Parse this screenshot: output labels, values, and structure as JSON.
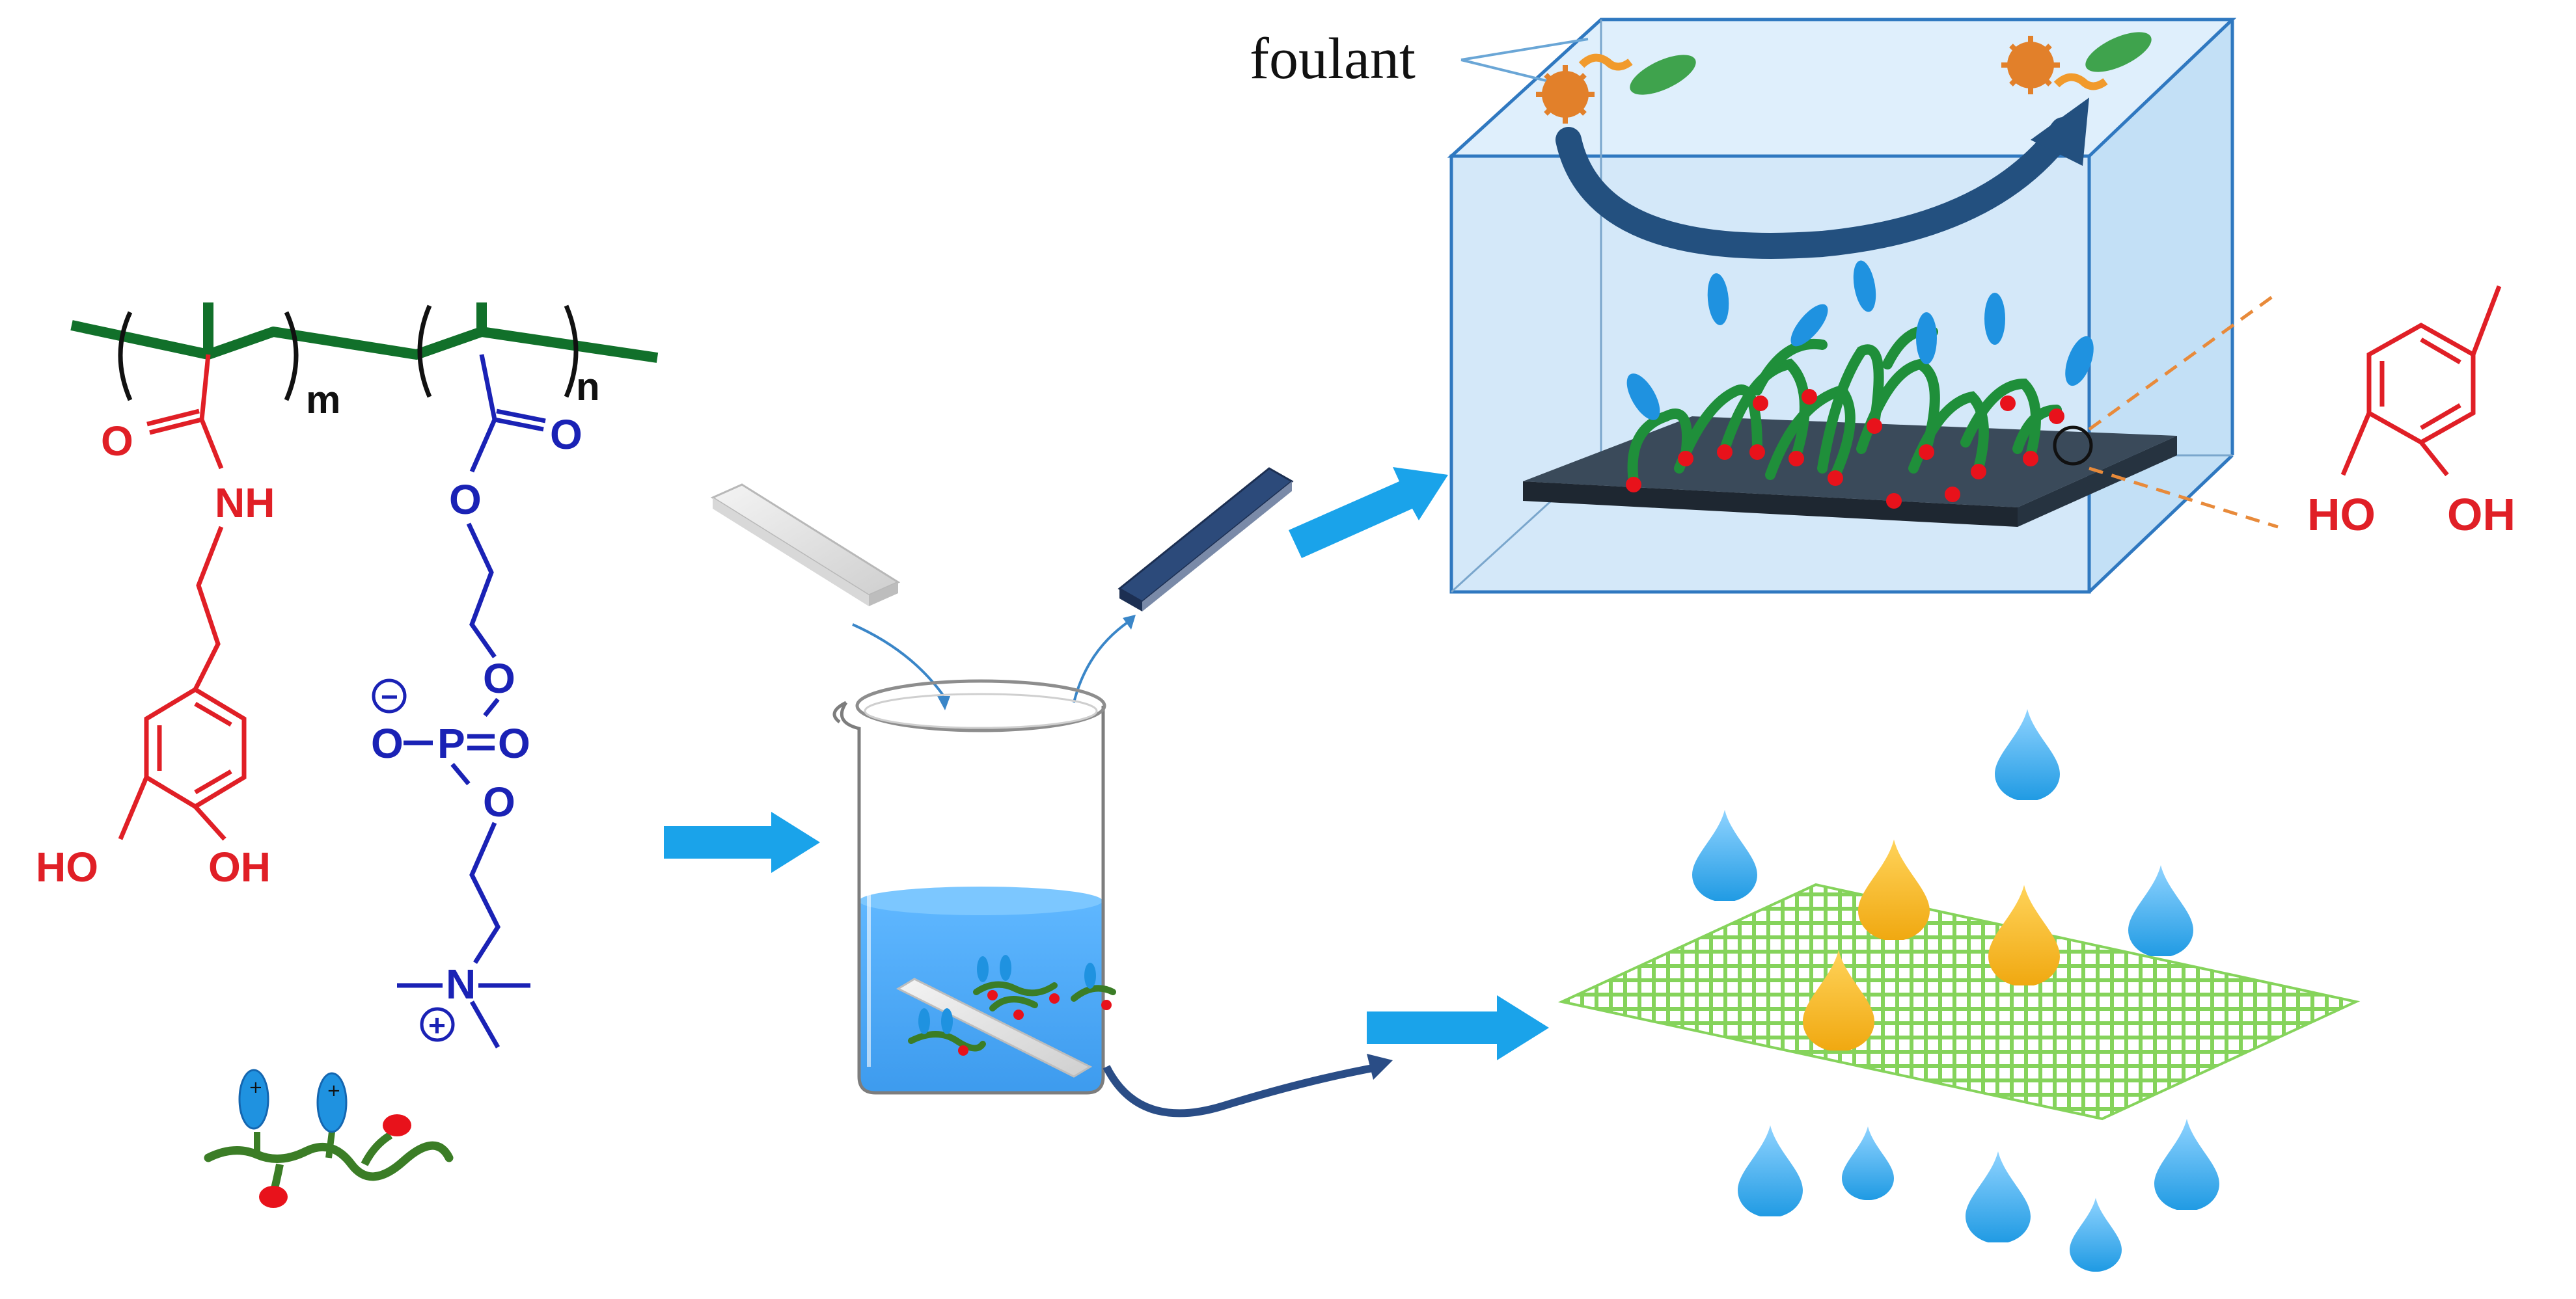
{
  "structure": {
    "o_carbonyl_red": "O",
    "nh": "NH",
    "ho_red": "HO",
    "oh_red": "OH",
    "sub_m": "m",
    "sub_n": "n",
    "o_carbonyl_blue": "O",
    "o_ester": "O",
    "o_upper": "O",
    "o_minus": "O",
    "p": "P",
    "o_double": "O",
    "o_lower": "O",
    "n_plus": "N",
    "minus_sign": "−",
    "plus_sign": "+"
  },
  "catechol": {
    "ho": "HO",
    "oh": "OH"
  },
  "labels": {
    "foulant": "foulant"
  },
  "colors": {
    "backbone": "#11702a",
    "catechol_red": "#e01f26",
    "zwitterion_blue": "#1a22b5",
    "process_arrow": "#1aa3ea",
    "water_drop": "#20a0dc",
    "oil_drop": "#f2b21a",
    "mesh": "#7ed957",
    "box_fill": "#dcefff",
    "box_edge": "#2f78c0"
  },
  "icons": {
    "polymer_cartoon": "polymer-cartoon-icon",
    "glass_slide": "glass-slide-icon",
    "beaker": "beaker-icon",
    "coated_slide": "coated-slide-icon",
    "antifouling_box": "antifouling-box-icon",
    "mesh": "mesh-icon",
    "water_drop": "water-drop-icon",
    "oil_drop": "oil-drop-icon",
    "bacterium": "bacterium-icon"
  }
}
